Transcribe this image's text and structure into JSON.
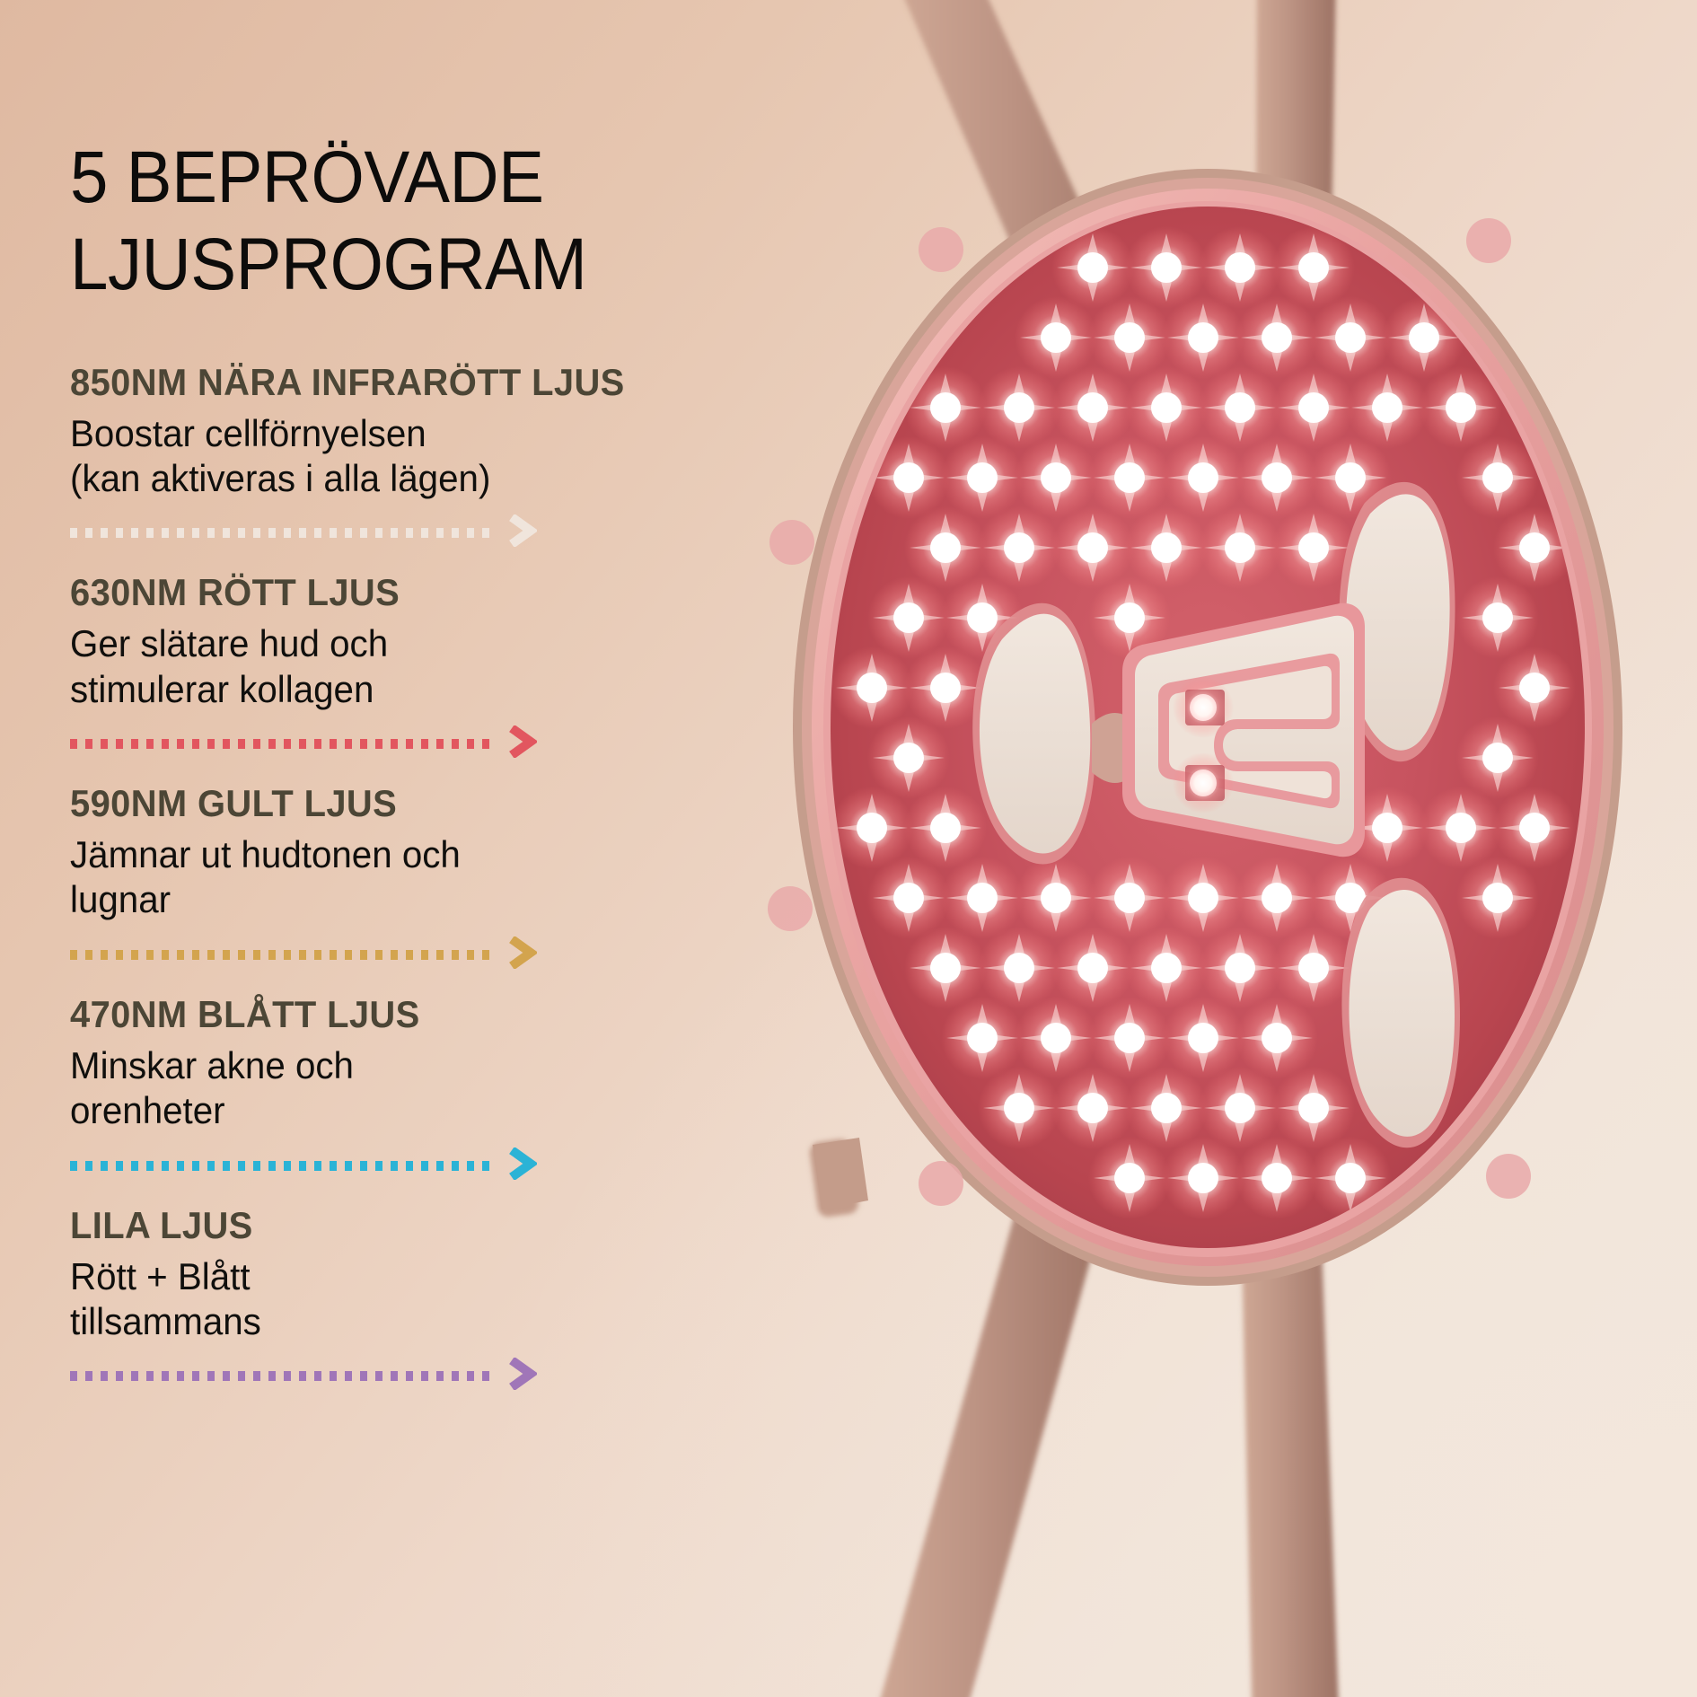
{
  "headline": "5 BEPRÖVADE\nLJUSPROGRAM",
  "programs": [
    {
      "title": "850NM NÄRA INFRARÖTT LJUS",
      "desc": "Boostar cellförnyelsen\n(kan aktiveras i alla lägen)",
      "accent": "#f0e5dc",
      "arrow": "arrow-right-icon"
    },
    {
      "title": "630NM RÖTT LJUS",
      "desc": "Ger slätare hud och\nstimulerar kollagen",
      "accent": "#e2565f",
      "arrow": "arrow-right-icon"
    },
    {
      "title": "590NM GULT LJUS",
      "desc": "Jämnar ut hudtonen och\nlugnar",
      "accent": "#d3a44e",
      "arrow": "arrow-right-icon"
    },
    {
      "title": "470NM BLÅTT LJUS",
      "desc": "Minskar akne och\norenheter",
      "accent": "#2bb3d6",
      "arrow": "arrow-right-icon"
    },
    {
      "title": "LILA LJUS",
      "desc": "Rött + Blått\ntillsammans",
      "accent": "#a076b8",
      "arrow": "arrow-right-icon"
    }
  ],
  "product": {
    "name": "led-light-therapy-face-mask",
    "strap_color": "#c29c8b",
    "rim_color": "#eaa7a5",
    "panel_color": "#c7535f",
    "led_color": "#fff6f2",
    "cutout_color": "#ece0d6"
  },
  "background": {
    "from": "#dfb9a1",
    "to": "#f2e6dc"
  }
}
